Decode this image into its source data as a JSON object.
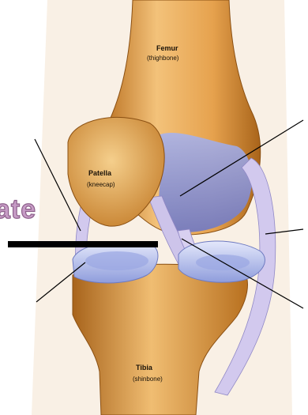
{
  "labels": {
    "femur": {
      "name": "Femur",
      "sub": "(thighbone)"
    },
    "patella": {
      "name": "Patella",
      "sub": "(kneecap)"
    },
    "tibia": {
      "name": "Tibia",
      "sub": "(shinbone)"
    }
  },
  "partial_overlay_text": "ate",
  "colors": {
    "bone": "#e8a650",
    "bone_dark": "#b8701f",
    "cartilage": "#9aa8e0",
    "ligament": "#cfc6ea",
    "meniscus": "#b8c4f0",
    "leader": "#000000"
  }
}
